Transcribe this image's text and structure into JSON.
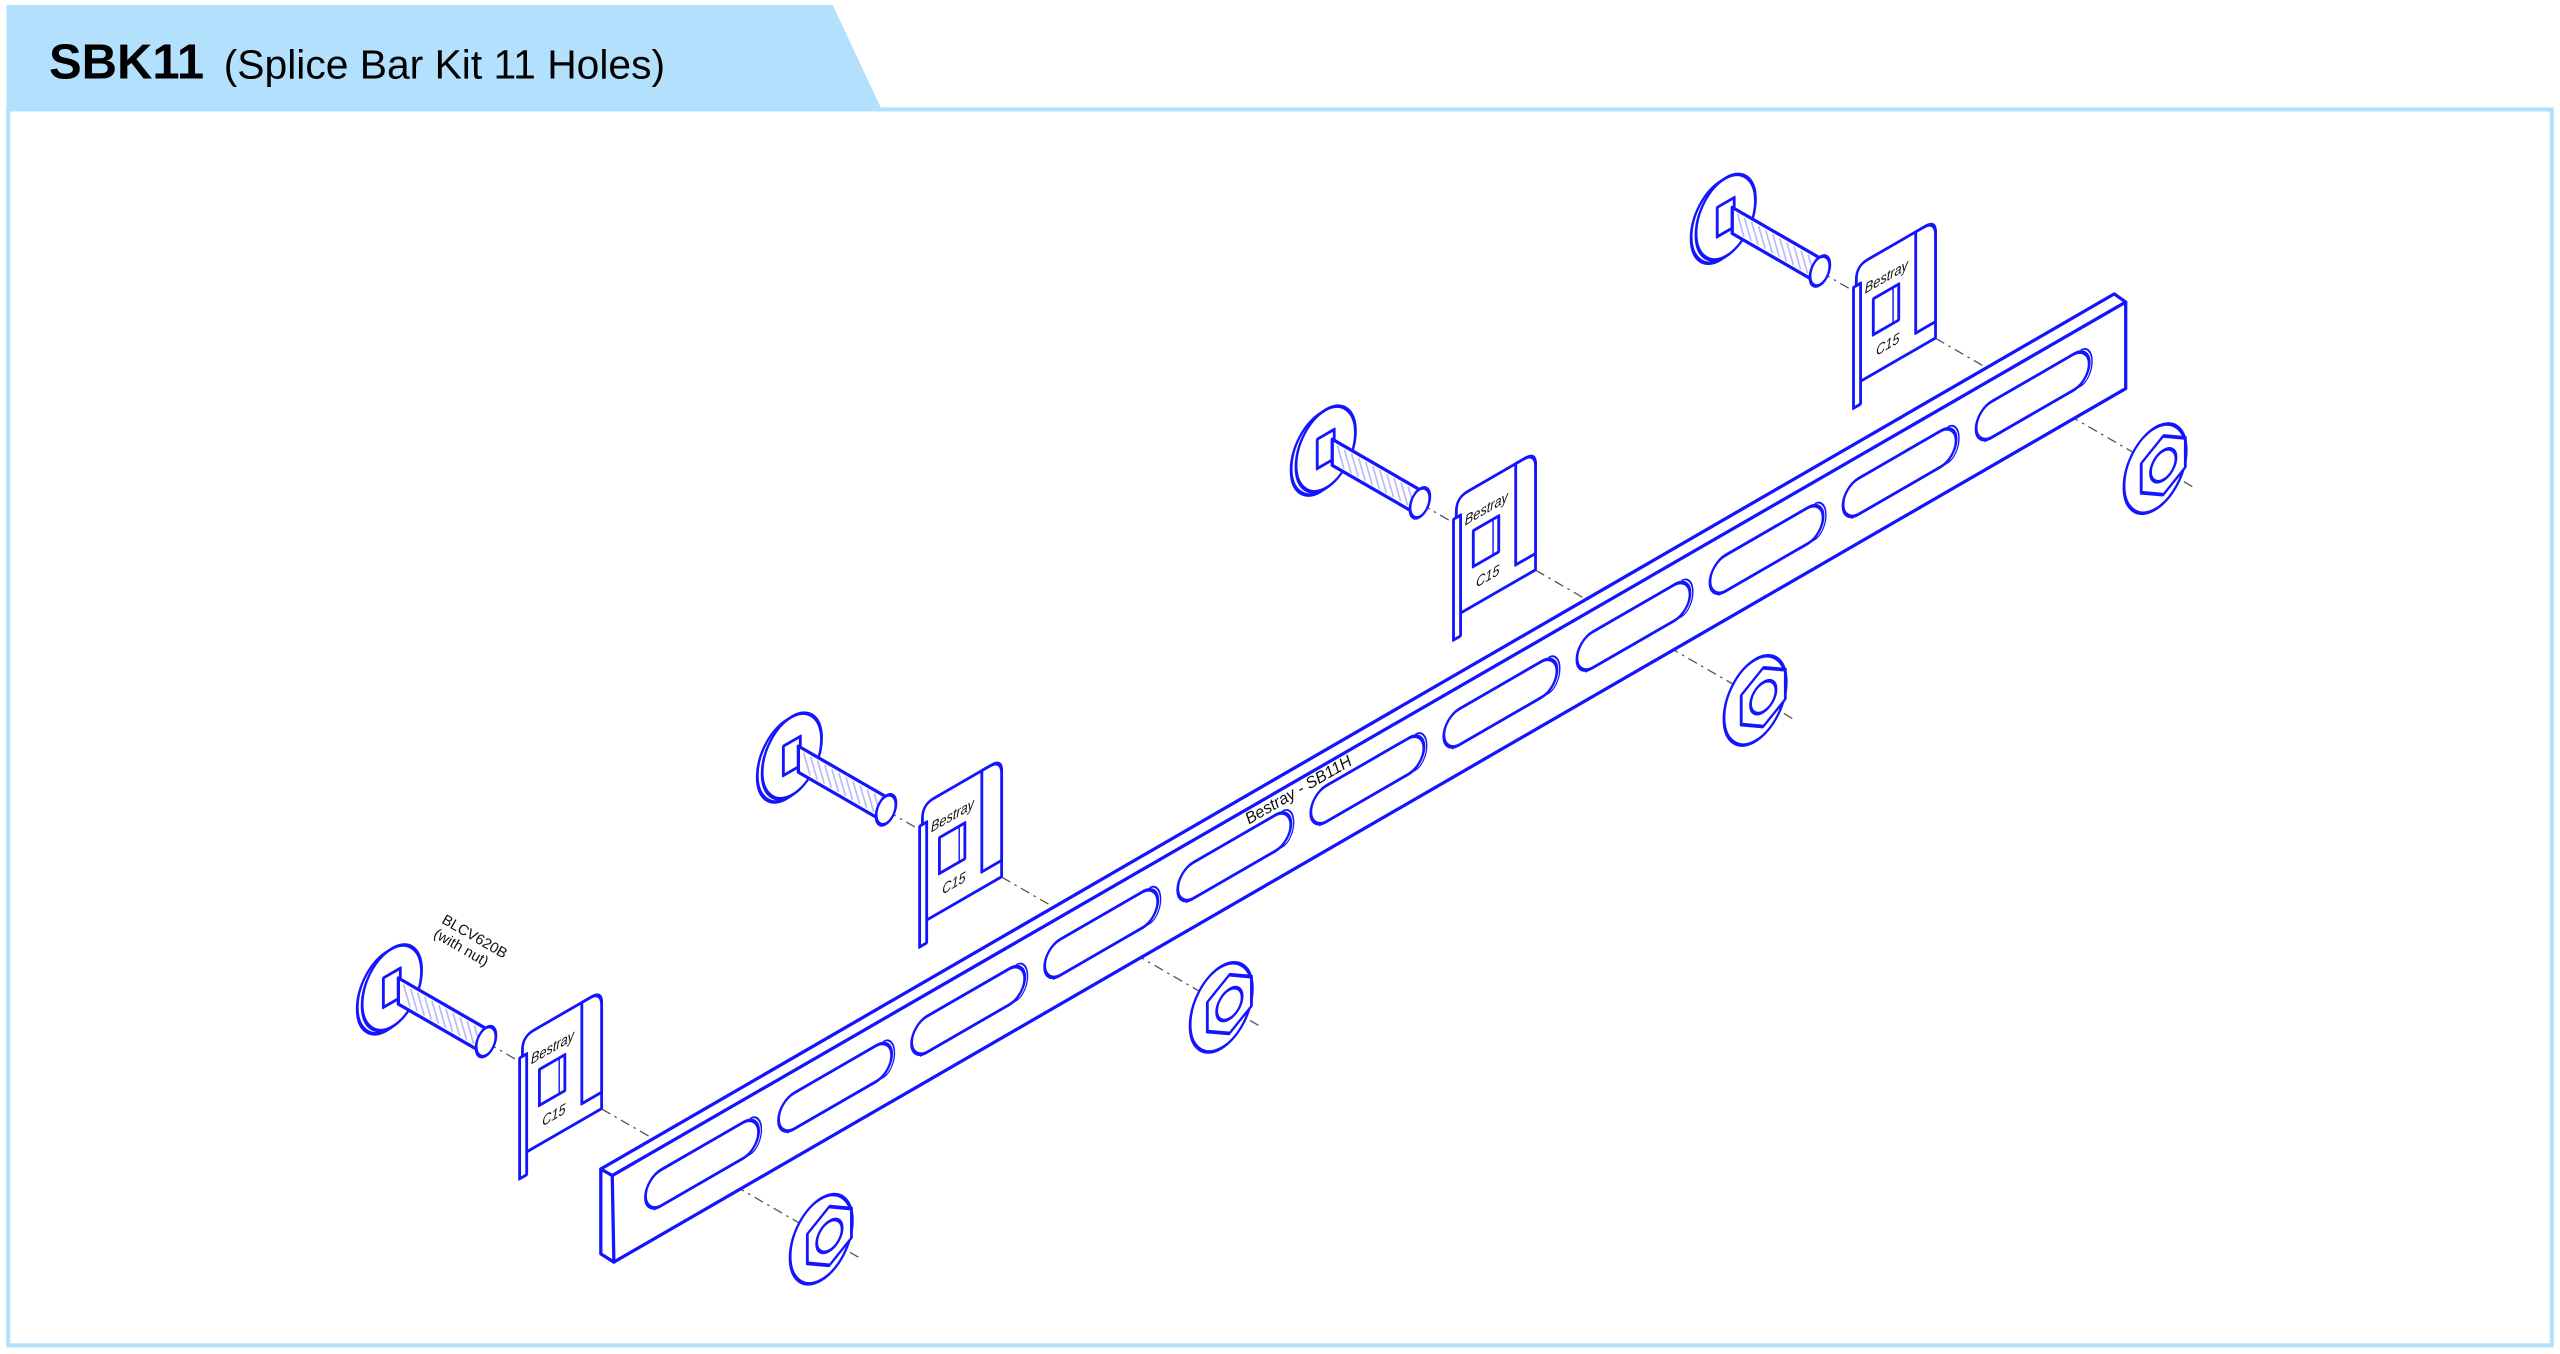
{
  "header": {
    "code": "SBK11",
    "description": "(Splice Bar Kit 11 Holes)"
  },
  "colors": {
    "header_fill": "#b3e0fd",
    "frame": "#b3e0fd",
    "line": "#1414ff"
  },
  "splice_bar": {
    "label": "Bestray - SB11H",
    "hole_count": 11
  },
  "bolt": {
    "label_line1": "BLCV620B",
    "label_line2": "(with nut)",
    "count": 4
  },
  "clip": {
    "brand": "Bestray",
    "code": "C15"
  }
}
